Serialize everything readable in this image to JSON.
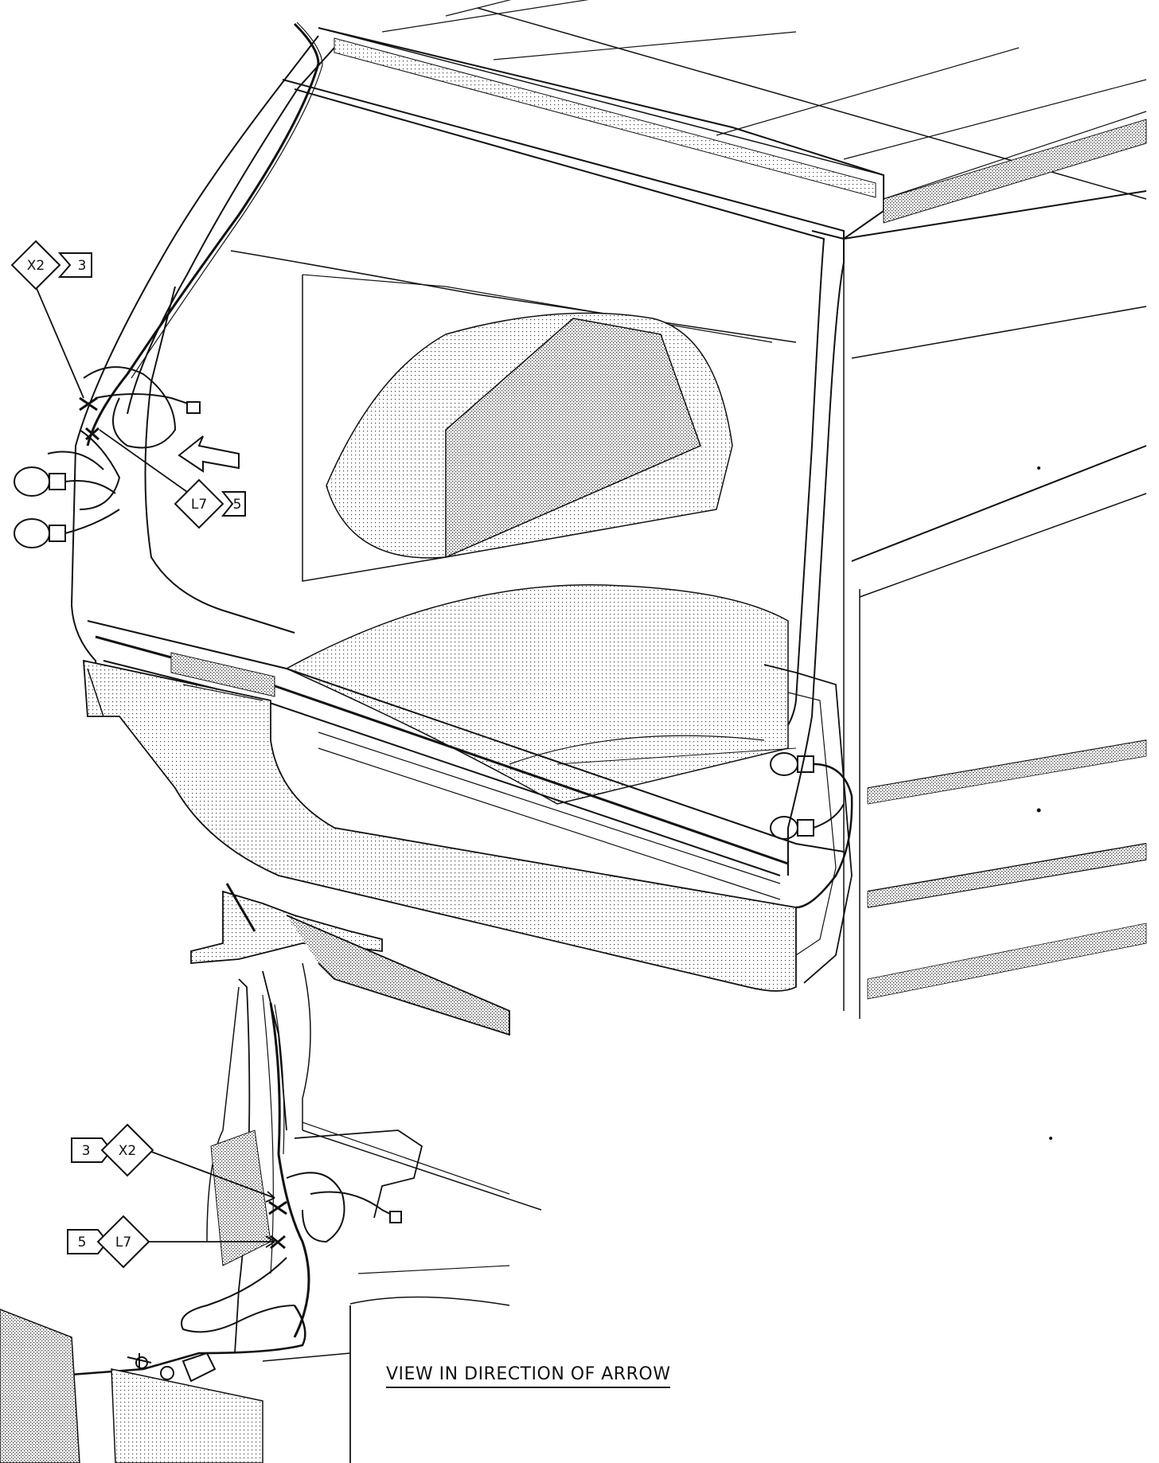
{
  "callouts": {
    "upper_x2": {
      "code": "X2",
      "num": "3"
    },
    "upper_l7": {
      "code": "L7",
      "num": "5"
    },
    "lower_x2": {
      "code": "X2",
      "num": "3"
    },
    "lower_l7": {
      "code": "L7",
      "num": "5"
    }
  },
  "caption": "VIEW IN DIRECTION OF ARROW",
  "colors": {
    "ink": "#111111",
    "paper": "#ffffff",
    "shade": "#9a9a9a"
  }
}
